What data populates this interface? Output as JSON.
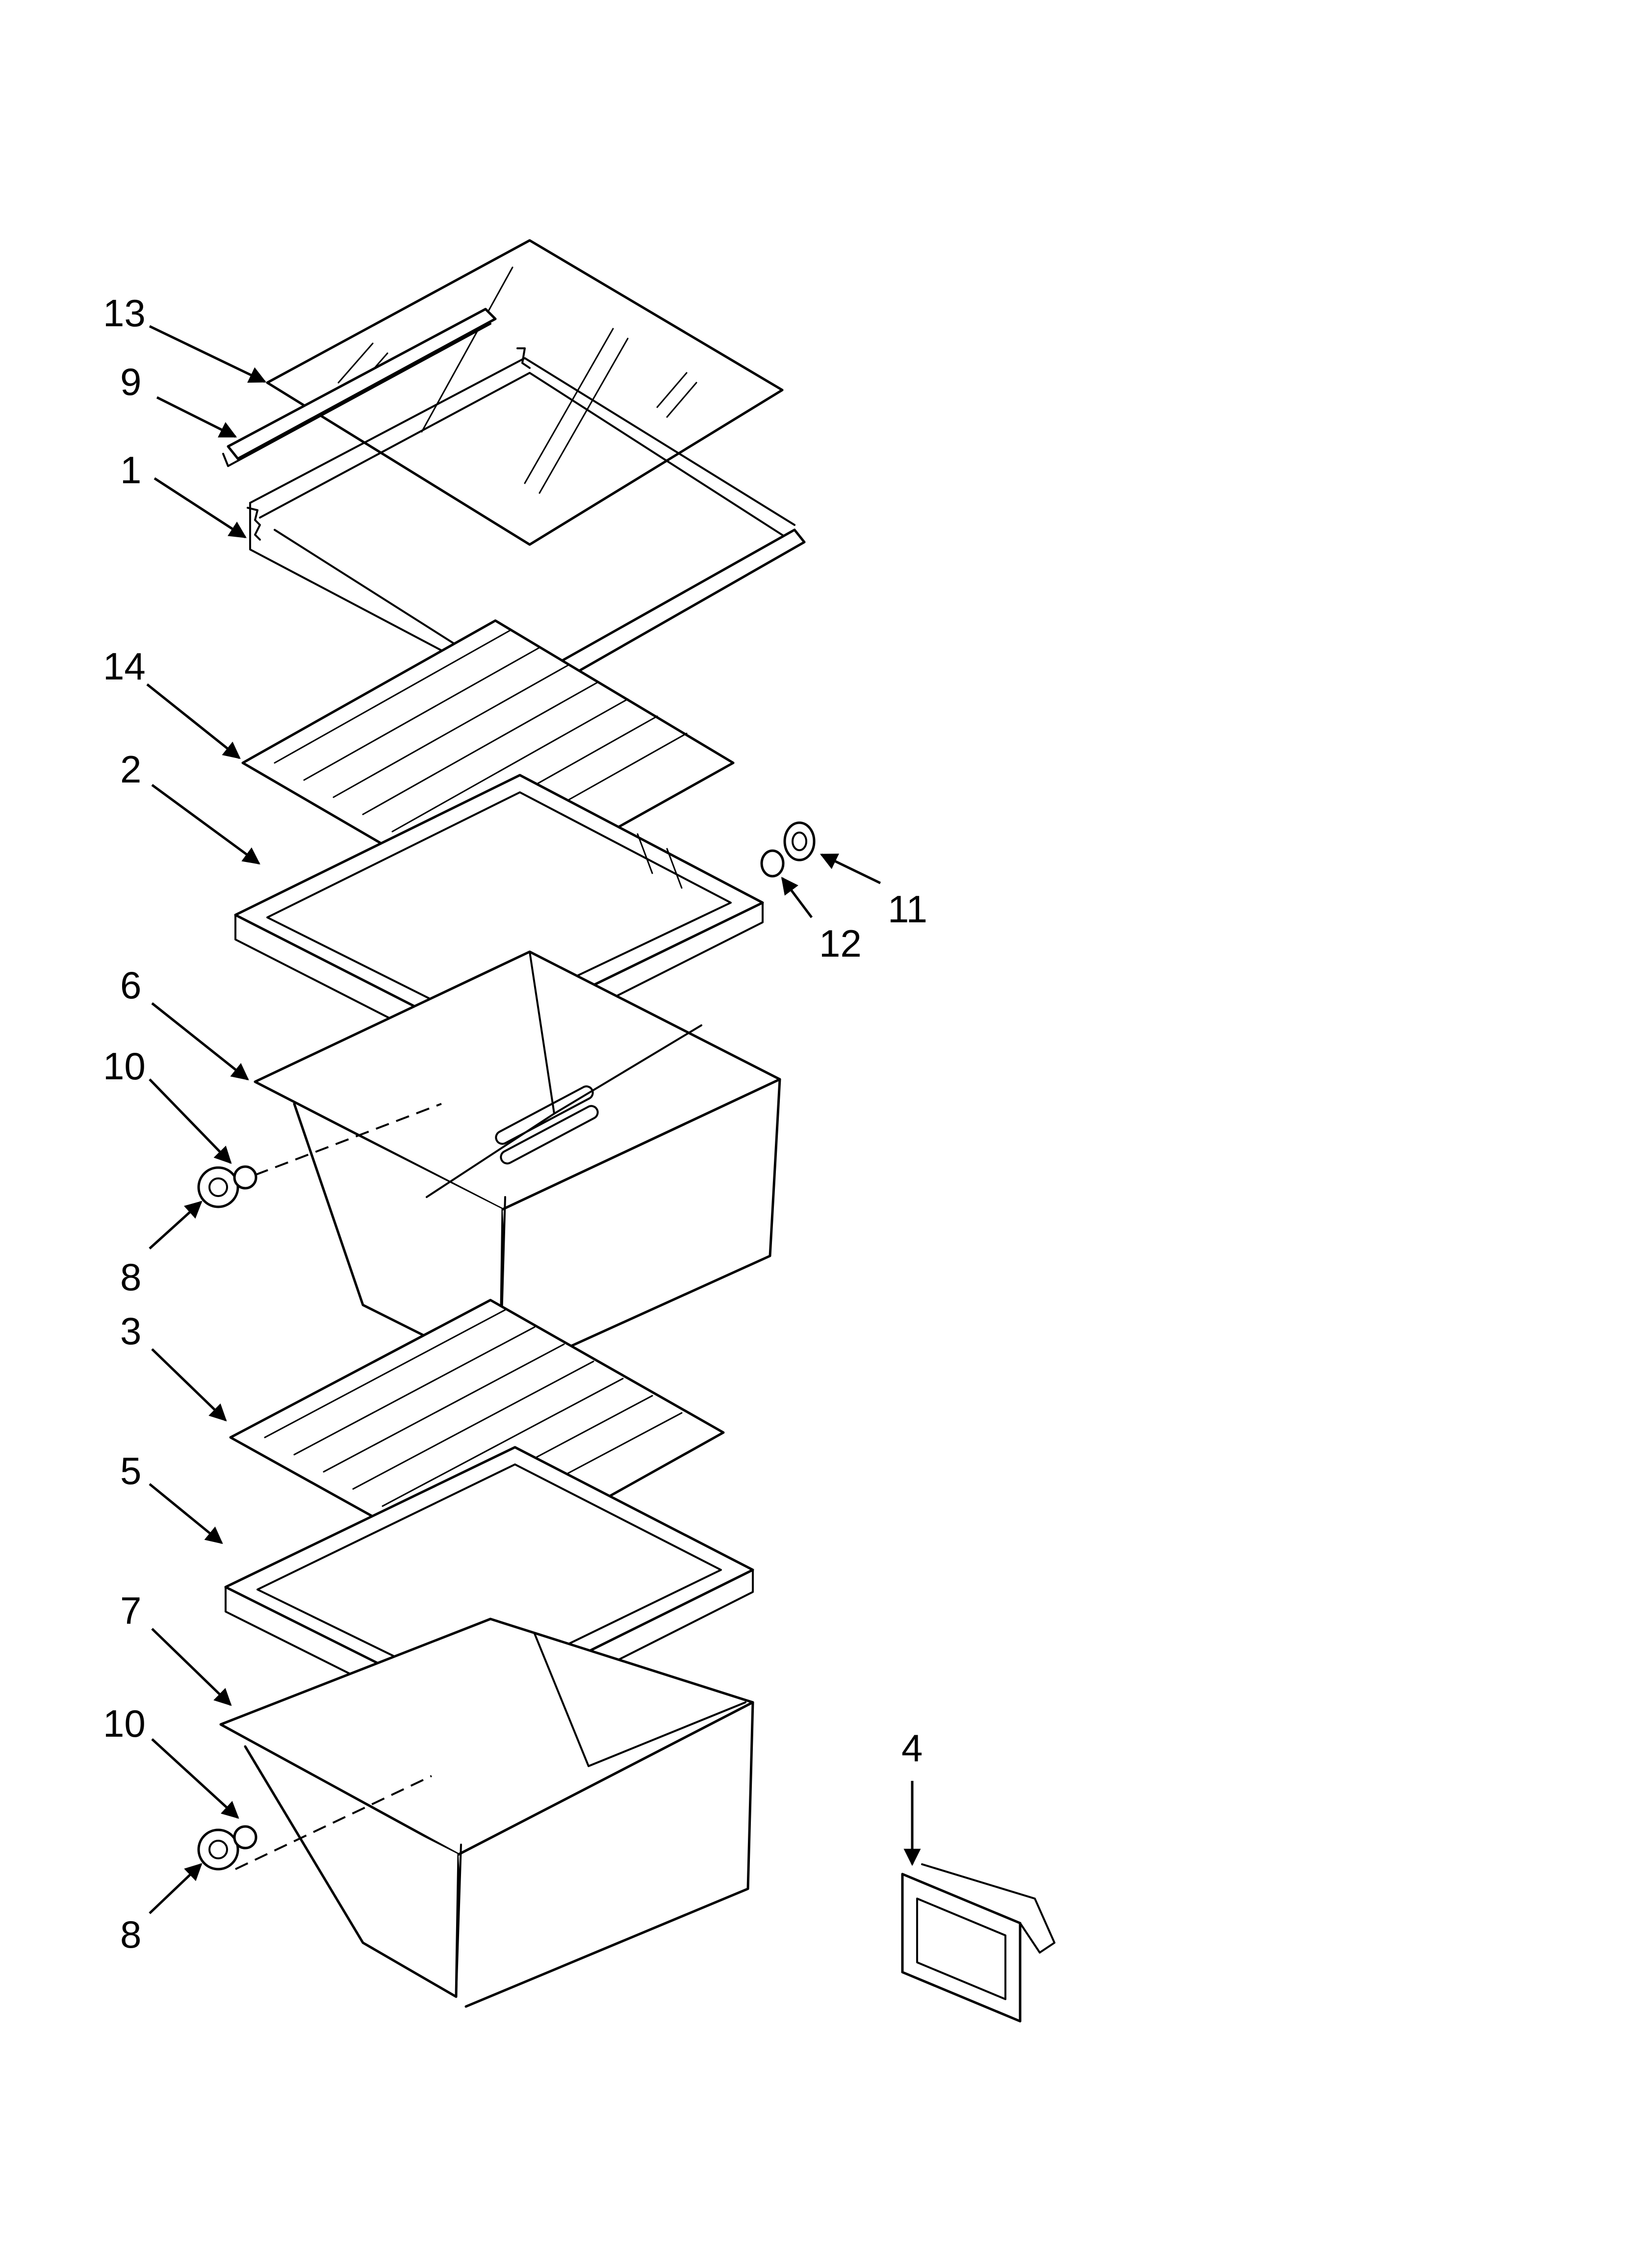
{
  "callouts": [
    {
      "id": "c13",
      "label": "13"
    },
    {
      "id": "c9",
      "label": "9"
    },
    {
      "id": "c1",
      "label": "1"
    },
    {
      "id": "c14",
      "label": "14"
    },
    {
      "id": "c2",
      "label": "2"
    },
    {
      "id": "c11",
      "label": "11"
    },
    {
      "id": "c12",
      "label": "12"
    },
    {
      "id": "c6",
      "label": "6"
    },
    {
      "id": "c10a",
      "label": "10"
    },
    {
      "id": "c8a",
      "label": "8"
    },
    {
      "id": "c3",
      "label": "3"
    },
    {
      "id": "c5",
      "label": "5"
    },
    {
      "id": "c7",
      "label": "7"
    },
    {
      "id": "c10b",
      "label": "10"
    },
    {
      "id": "c8b",
      "label": "8"
    },
    {
      "id": "c4",
      "label": "4"
    }
  ]
}
